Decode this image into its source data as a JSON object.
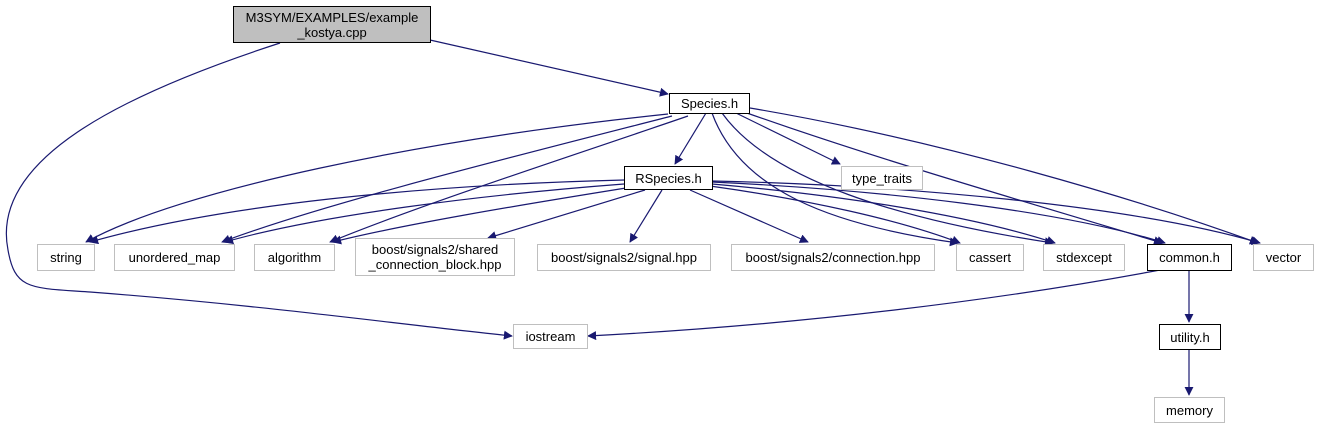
{
  "colors": {
    "edge": "#191970",
    "root_fill": "#bfbfbf",
    "documented_border": "#000000",
    "external_border": "#bfbfbf"
  },
  "nodes": {
    "root": {
      "line1": "M3SYM/EXAMPLES/example",
      "line2": "_kostya.cpp"
    },
    "species": {
      "label": "Species.h"
    },
    "rspecies": {
      "label": "RSpecies.h"
    },
    "type_traits": {
      "label": "type_traits"
    },
    "string": {
      "label": "string"
    },
    "unordered_map": {
      "label": "unordered_map"
    },
    "algorithm": {
      "label": "algorithm"
    },
    "shared_conn": {
      "line1": "boost/signals2/shared",
      "line2": "_connection_block.hpp"
    },
    "signal": {
      "label": "boost/signals2/signal.hpp"
    },
    "connection": {
      "label": "boost/signals2/connection.hpp"
    },
    "cassert": {
      "label": "cassert"
    },
    "stdexcept": {
      "label": "stdexcept"
    },
    "common": {
      "label": "common.h"
    },
    "vector": {
      "label": "vector"
    },
    "iostream": {
      "label": "iostream"
    },
    "utility": {
      "label": "utility.h"
    },
    "memory": {
      "label": "memory"
    }
  }
}
